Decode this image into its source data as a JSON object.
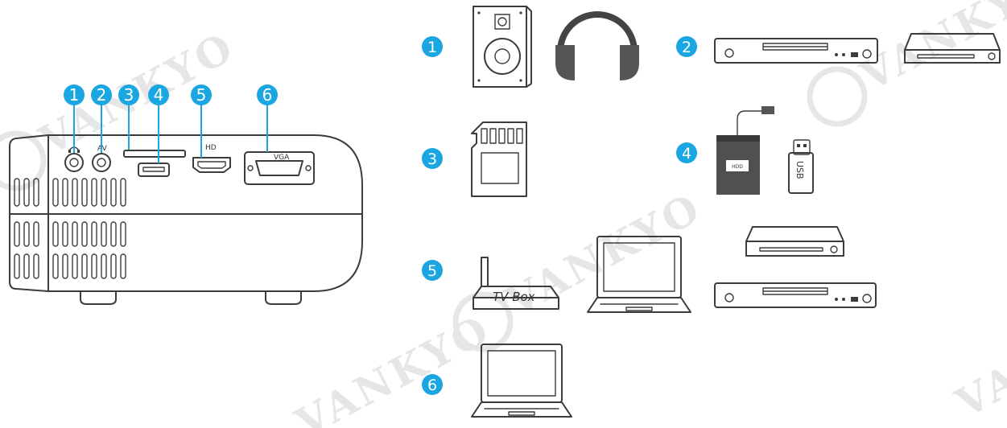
{
  "watermark": {
    "text": "VANKYO"
  },
  "colors": {
    "accent": "#1aa6e0",
    "line": "#3c3c3c",
    "watermark": "#e6e6e6"
  },
  "projector_ports": [
    {
      "num": "1",
      "label": ""
    },
    {
      "num": "2",
      "label": "AV"
    },
    {
      "num": "3",
      "label": ""
    },
    {
      "num": "4",
      "label": ""
    },
    {
      "num": "5",
      "label": "HD"
    },
    {
      "num": "6",
      "label": "VGA"
    }
  ],
  "connections": [
    {
      "num": "1",
      "devices": [
        "speaker-icon",
        "headphones-icon"
      ]
    },
    {
      "num": "2",
      "devices": [
        "dvd-player-icon",
        "media-player-icon"
      ]
    },
    {
      "num": "3",
      "devices": [
        "sd-card-icon"
      ]
    },
    {
      "num": "4",
      "devices": [
        "hdd-icon",
        "usb-drive-icon"
      ],
      "hdd_label": "HDD",
      "usb_label": "USB"
    },
    {
      "num": "5",
      "devices": [
        "tv-box-icon",
        "laptop-icon",
        "media-player-icon",
        "dvd-player-icon"
      ],
      "tvbox_label": "TV Box"
    },
    {
      "num": "6",
      "devices": [
        "laptop-icon"
      ]
    }
  ]
}
